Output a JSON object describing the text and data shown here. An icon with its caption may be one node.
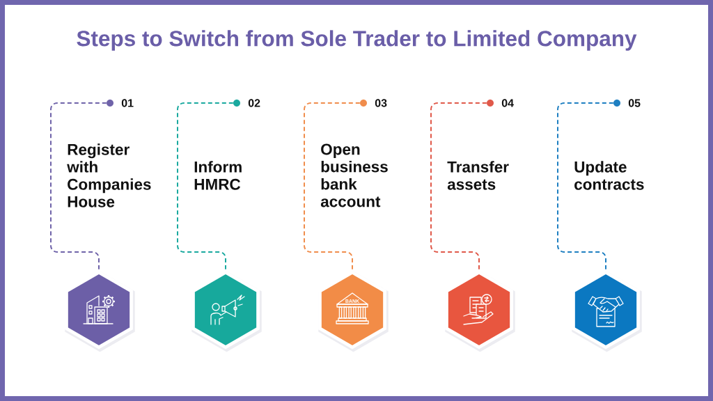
{
  "diagram": {
    "title": "Steps to Switch from Sole Trader to Limited Company",
    "nodes": [
      {
        "text": [],
        "shape": "circle"
      },
      {
        "text": [
          "01"
        ],
        "beside": [
          "Register with Companies House"
        ]
      },
      {
        "text": [],
        "shape": "hexagon"
      },
      {
        "text": [],
        "shape": "circle"
      },
      {
        "text": [
          "02"
        ],
        "beside": [
          "Inform HMRC"
        ]
      },
      {
        "text": [],
        "shape": "hexagon"
      },
      {
        "text": [],
        "shape": "circle"
      },
      {
        "text": [
          "03"
        ],
        "beside": [
          "Open business bank account"
        ]
      },
      {
        "text": [],
        "shape": "hexagon"
      },
      {
        "text": [],
        "shape": "circle"
      },
      {
        "text": [
          "04"
        ],
        "beside": [
          "Transfer assets"
        ]
      },
      {
        "text": [],
        "shape": "hexagon"
      },
      {
        "text": [],
        "shape": "circle"
      },
      {
        "text": [
          "05"
        ],
        "beside": [
          "Update contracts"
        ]
      },
      {
        "text": [],
        "shape": "hexagon"
      }
    ],
    "edges": [
      {
        "from": 0,
        "to": 2,
        "arrow": "none",
        "style": "dashed",
        "color": "#6f63a9"
      },
      {
        "from": 3,
        "to": 5,
        "arrow": "none",
        "style": "dashed",
        "color": "#1aa99f"
      },
      {
        "from": 6,
        "to": 8,
        "arrow": "none",
        "style": "dashed",
        "color": "#f08d4c"
      },
      {
        "from": 9,
        "to": 11,
        "arrow": "none",
        "style": "dashed",
        "color": "#e0594a"
      },
      {
        "from": 12,
        "to": 14,
        "arrow": "none",
        "style": "dashed",
        "color": "#1e7fc1"
      }
    ],
    "labels": [
      "BANK"
    ]
  }
}
